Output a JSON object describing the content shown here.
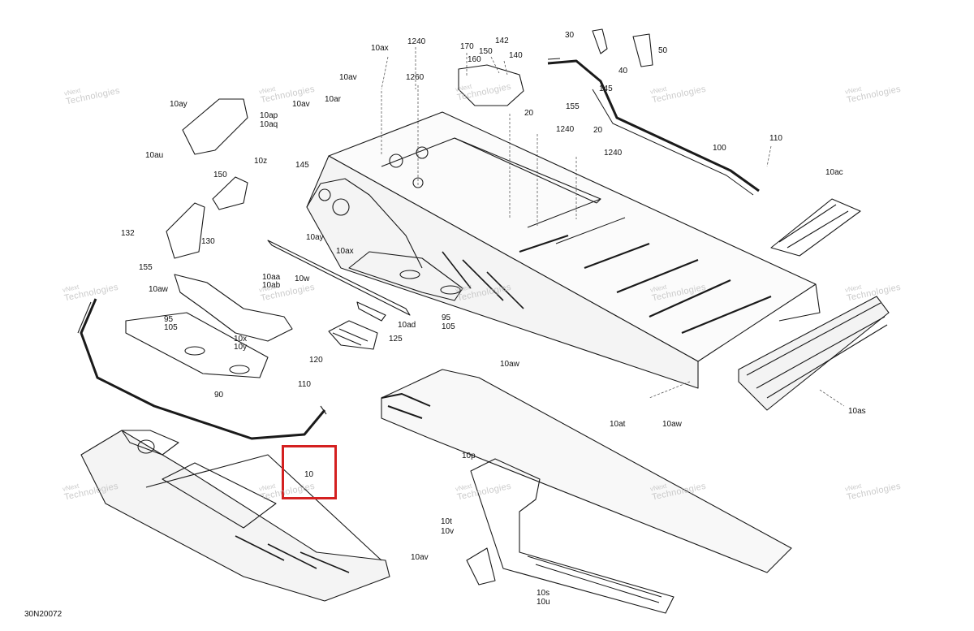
{
  "diagram_code": "30N20072",
  "highlight_color": "#d42020",
  "watermark": {
    "line1": "vNext",
    "line2": "Technologies"
  },
  "labels": [
    "10ax",
    "1240",
    "170",
    "142",
    "150",
    "160",
    "140",
    "30",
    "50",
    "40",
    "10av",
    "1260",
    "10av",
    "10ar",
    "145",
    "155",
    "10ay",
    "10ap",
    "10aq",
    "20",
    "1240",
    "20",
    "1240",
    "100",
    "110",
    "10au",
    "10z",
    "150",
    "145",
    "10ac",
    "132",
    "130",
    "10ay",
    "10ax",
    "155",
    "10aa",
    "10ab",
    "10w",
    "10aw",
    "95",
    "105",
    "10ad",
    "95",
    "105",
    "10x",
    "10y",
    "125",
    "120",
    "10aw",
    "110",
    "90",
    "10at",
    "10aw",
    "10as",
    "10p",
    "10",
    "10t",
    "10v",
    "10av",
    "10s",
    "10u"
  ]
}
